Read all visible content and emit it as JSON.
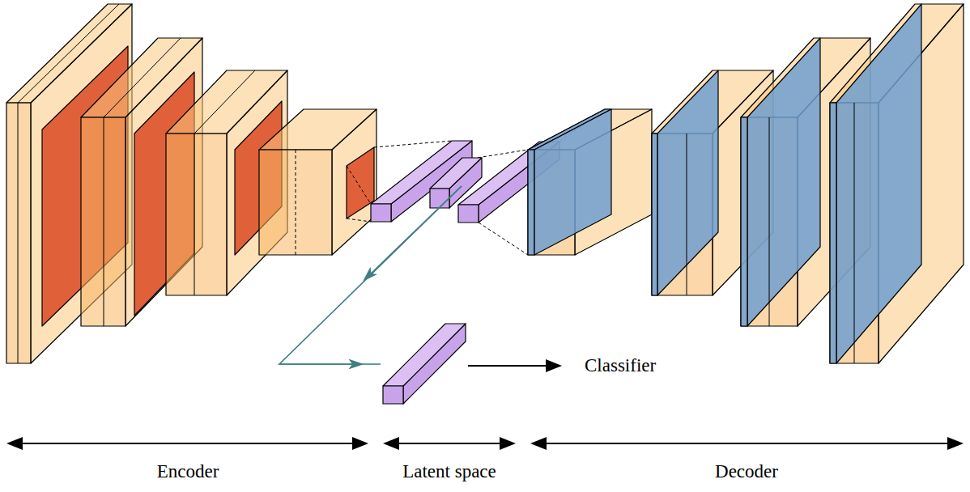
{
  "diagram": {
    "labels": [
      "Classifier",
      "Encoder",
      "Latent space",
      "Decoder"
    ]
  }
}
